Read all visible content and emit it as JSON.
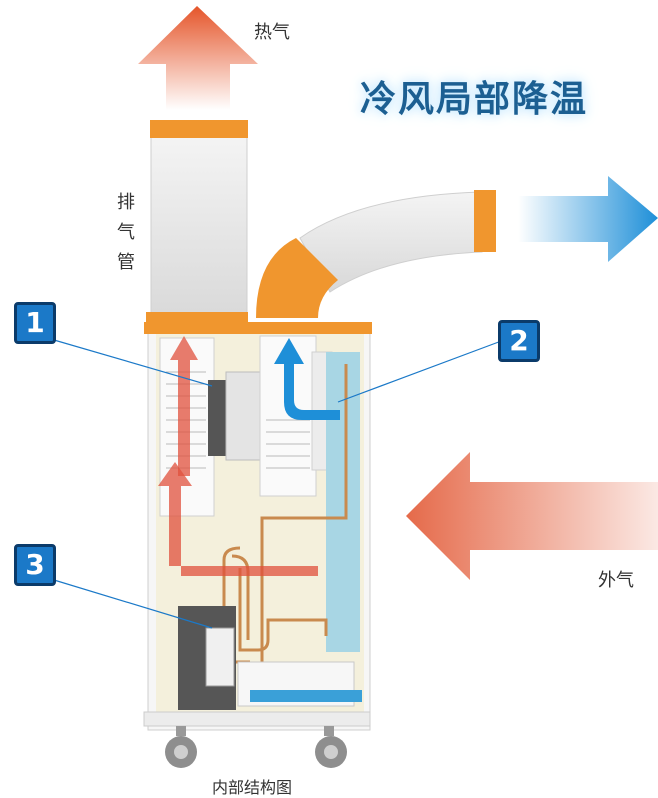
{
  "headline": "冷风局部降温",
  "labels": {
    "hot_air": "热气",
    "exhaust_pipe": "排气管",
    "outside_air": "外气",
    "caption": "内部结构图"
  },
  "badges": [
    "1",
    "2",
    "3"
  ],
  "colors": {
    "hot_arrow": "#e5552a",
    "cold_arrow": "#1e8fd8",
    "orange_duct": "#f0962e",
    "badge_blue": "#1b79c8",
    "copper_pipe": "#c98a4e",
    "evaporator": "#a8d6e4"
  }
}
